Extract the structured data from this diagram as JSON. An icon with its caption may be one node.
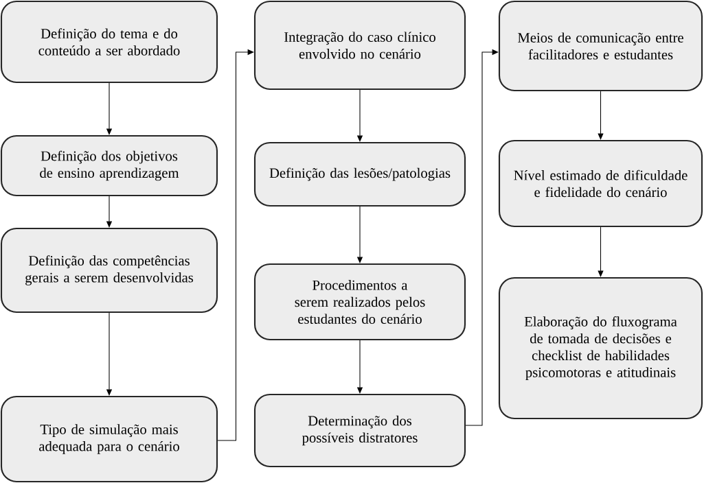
{
  "diagram": {
    "nodes": [
      {
        "text": [
          "Definição do tema e do conteúdo a ser abordado"
        ]
      },
      {
        "text": [
          "Definição dos objetivos de ensino aprendizagem"
        ]
      },
      {
        "text": [
          "Definição das competências gerais a serem desenvolvidas"
        ]
      },
      {
        "text": [
          "Tipo de simulação mais adequada para o cenário"
        ]
      },
      {
        "text": [
          "Integração do caso clínico envolvido no cenário"
        ]
      },
      {
        "text": [
          "Definição das lesões/patologias"
        ]
      },
      {
        "text": [
          "Procedimentos a serem realizados pelos estudantes do cenário"
        ]
      },
      {
        "text": [
          "Determinação dos possíveis distratores"
        ]
      },
      {
        "text": [
          "Meios de comunicação entre facilitadores e estudantes"
        ]
      },
      {
        "text": [
          "Nível estimado de dificuldade e fidelidade do cenário"
        ]
      },
      {
        "text": [
          "Elaboração do fluxograma de tomada de decisões e checklist de habilidades psicomotoras e atitudinais"
        ]
      }
    ],
    "edges": [
      {
        "from": 0,
        "to": 1,
        "arrow": "to"
      },
      {
        "from": 1,
        "to": 2,
        "arrow": "to"
      },
      {
        "from": 2,
        "to": 3,
        "arrow": "to"
      },
      {
        "from": 3,
        "to": 4,
        "arrow": "to"
      },
      {
        "from": 4,
        "to": 5,
        "arrow": "to"
      },
      {
        "from": 5,
        "to": 6,
        "arrow": "to"
      },
      {
        "from": 6,
        "to": 7,
        "arrow": "to"
      },
      {
        "from": 7,
        "to": 8,
        "arrow": "to"
      },
      {
        "from": 8,
        "to": 9,
        "arrow": "to"
      },
      {
        "from": 9,
        "to": 10,
        "arrow": "to"
      }
    ]
  }
}
